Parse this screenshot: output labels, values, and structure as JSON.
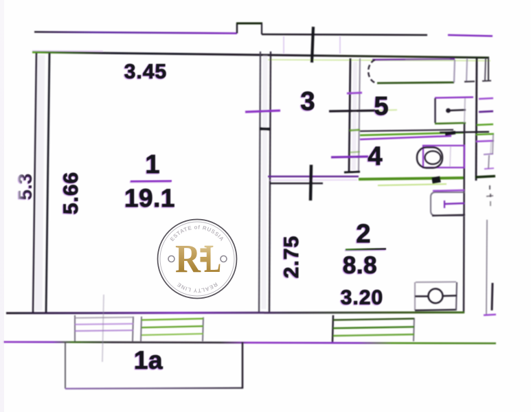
{
  "document": {
    "kind": "scanned apartment floor plan (BTI technical plan)"
  },
  "plan": {
    "rooms": [
      {
        "number": "1",
        "area": "19.1",
        "width": "3.45",
        "height": "5.66"
      },
      {
        "number": "2",
        "area": "8.8",
        "width": "3.20",
        "height": "2.75"
      },
      {
        "number": "3"
      },
      {
        "number": "4"
      },
      {
        "number": "5"
      },
      {
        "number": "1а"
      }
    ],
    "outer_dimension": "5.3"
  },
  "watermark": {
    "monogram_left": "R",
    "monogram_right": "L",
    "arc_top": "ESTATE of RUSSIA",
    "arc_bottom": "REALTY LINE",
    "gold_color": "#b3924d",
    "ring_color": "#4a464e"
  }
}
